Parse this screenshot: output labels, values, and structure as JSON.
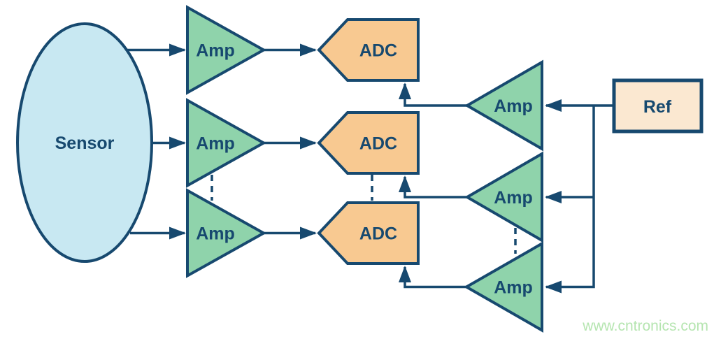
{
  "diagram": {
    "sensor": {
      "label": "Sensor"
    },
    "signal_amps": [
      {
        "label": "Amp"
      },
      {
        "label": "Amp"
      },
      {
        "label": "Amp"
      }
    ],
    "adcs": [
      {
        "label": "ADC"
      },
      {
        "label": "ADC"
      },
      {
        "label": "ADC"
      }
    ],
    "ref_amps": [
      {
        "label": "Amp"
      },
      {
        "label": "Amp"
      },
      {
        "label": "Amp"
      }
    ],
    "ref": {
      "label": "Ref"
    },
    "watermark": "www.cntronics.com",
    "colors": {
      "line": "#17496F",
      "amp_fill": "#8FD3AB",
      "adc_fill": "#F8C991",
      "sensor_fill": "#C8E8F2",
      "ref_fill": "#FBE8D1",
      "watermark": "#B5E5B0"
    }
  }
}
